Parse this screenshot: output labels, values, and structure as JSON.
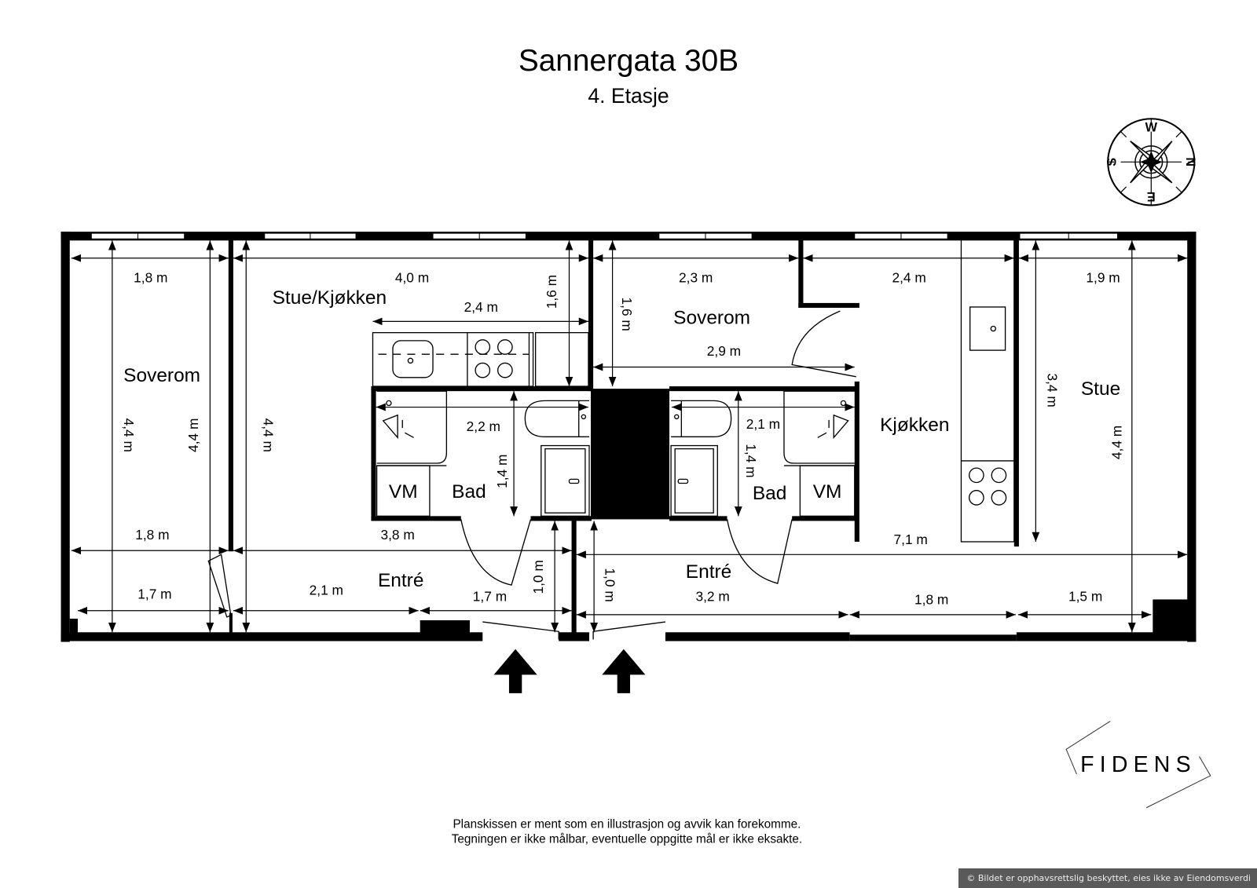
{
  "header": {
    "title": "Sannergata 30B",
    "subtitle": "4. Etasje"
  },
  "compass": {
    "labels": {
      "top": "W",
      "right": "N",
      "bottom": "E",
      "left": "S"
    },
    "icon": "compass-rose-icon"
  },
  "rooms": {
    "soverom_left": "Soverom",
    "stue_kjokken": "Stue/Kjøkken",
    "soverom_right": "Soverom",
    "kjokken": "Kjøkken",
    "stue": "Stue",
    "bad_left": "Bad",
    "bad_right": "Bad",
    "vm_left": "VM",
    "vm_right": "VM",
    "entre_left": "Entré",
    "entre_right": "Entré"
  },
  "dimensions": {
    "d1": "1,8 m",
    "d2": "4,0 m",
    "d3": "2,4 m",
    "d4": "1,6 m",
    "d5": "1,6 m",
    "d6": "2,3 m",
    "d7": "2,4 m",
    "d8": "1,9 m",
    "d9": "2,9 m",
    "d10": "4,4 m",
    "d11": "4,4 m",
    "d12": "4,4 m",
    "d13": "2,2 m",
    "d14": "1,4 m",
    "d15": "2,1 m",
    "d16": "1,4 m",
    "d17": "3,4 m",
    "d18": "4,4 m",
    "d19": "1,8 m",
    "d20": "3,8 m",
    "d21": "7,1 m",
    "d22": "1,7 m",
    "d23": "2,1 m",
    "d24": "1,7 m",
    "d25": "1,0 m",
    "d26": "1,0 m",
    "d27": "3,2 m",
    "d28": "1,8 m",
    "d29": "1,5 m"
  },
  "entrance_arrows": {
    "count": 2,
    "icon": "arrow-up-icon"
  },
  "logo": {
    "text": "FIDENS"
  },
  "disclaimer": {
    "line1": "Planskissen er ment som en illustrasjon og avvik kan forekomme.",
    "line2": "Tegningen er ikke målbar, eventuelle oppgitte mål er ikke eksakte."
  },
  "watermark": "© Bildet er opphavsrettslig beskyttet, eies ikke av Eiendomsverdi"
}
